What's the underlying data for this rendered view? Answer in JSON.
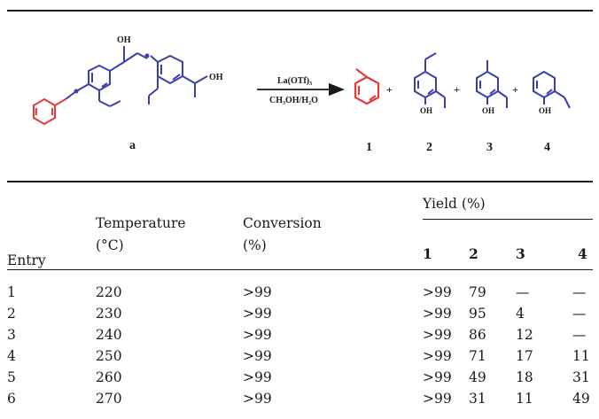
{
  "scheme": {
    "reactant_label": "a",
    "reactant_oh_top": "OH",
    "reactant_oh_right": "OH",
    "catalyst": "La(OTf)₃",
    "solvent": "CH₃OH/H₂O",
    "plus": "+",
    "products": [
      {
        "label": "1"
      },
      {
        "label": "2",
        "oh": "OH"
      },
      {
        "label": "3",
        "oh": "OH"
      },
      {
        "label": "4",
        "oh": "OH"
      }
    ],
    "colors": {
      "blue": "#3a3fb0",
      "red": "#e23a3a",
      "black": "#1a1a1a"
    }
  },
  "table": {
    "headers": {
      "entry": "Entry",
      "temperature": [
        "Temperature",
        "(°C)"
      ],
      "conversion": [
        "Conversion",
        "(%)"
      ],
      "yield": "Yield (%)",
      "yield_cols": [
        "1",
        "2",
        "3",
        "4"
      ]
    },
    "rows": [
      [
        "1",
        "220",
        ">99",
        ">99",
        "79",
        "—",
        "—"
      ],
      [
        "2",
        "230",
        ">99",
        ">99",
        "95",
        "4",
        "—"
      ],
      [
        "3",
        "240",
        ">99",
        ">99",
        "86",
        "12",
        "—"
      ],
      [
        "4",
        "250",
        ">99",
        ">99",
        "71",
        "17",
        "11"
      ],
      [
        "5",
        "260",
        ">99",
        ">99",
        "49",
        "18",
        "31"
      ],
      [
        "6",
        "270",
        ">99",
        ">99",
        "31",
        "11",
        "49"
      ]
    ]
  }
}
